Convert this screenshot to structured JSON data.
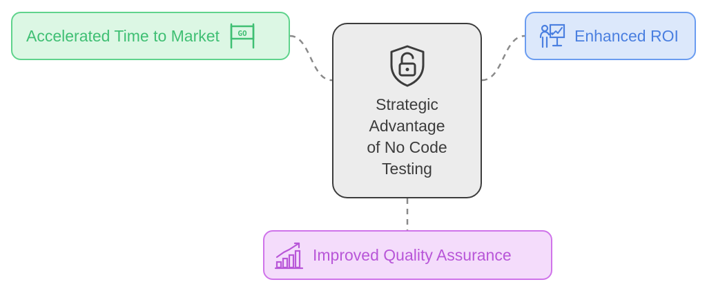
{
  "center": {
    "title": "Strategic\nAdvantage\nof No Code\nTesting",
    "icon": "unlocked-shield-icon",
    "border_color": "#3c3c3c",
    "fill_color": "#ececec"
  },
  "nodes": [
    {
      "id": "time-to-market",
      "label": "Accelerated Time to Market",
      "icon": "go-sign-icon",
      "border_color": "#5fd38c",
      "fill_color": "#dcf7e4",
      "text_color": "#3fbf73"
    },
    {
      "id": "roi",
      "label": "Enhanced ROI",
      "icon": "presenter-chart-icon",
      "border_color": "#6a9cf0",
      "fill_color": "#dce8fb",
      "text_color": "#4a7fe0"
    },
    {
      "id": "quality",
      "label": "Improved Quality Assurance",
      "icon": "growth-bar-chart-icon",
      "border_color": "#cf73ea",
      "fill_color": "#f4dcfb",
      "text_color": "#b856d8"
    }
  ],
  "icons": {
    "go_sign_text": "GO"
  },
  "connector_color": "#8a8a8a"
}
